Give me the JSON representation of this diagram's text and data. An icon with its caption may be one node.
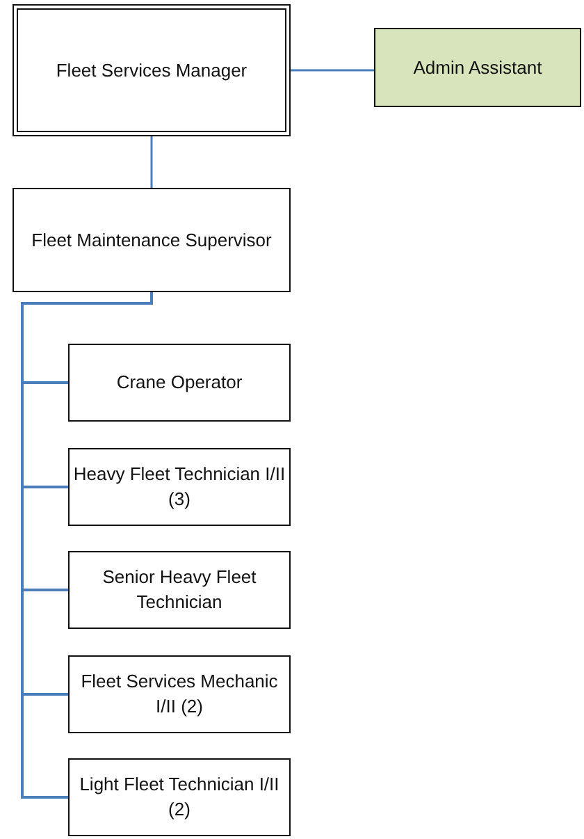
{
  "diagram": {
    "nodes": [
      {
        "text": [
          "Fleet Services Manager"
        ]
      },
      {
        "text": [
          "Admin Assistant"
        ]
      },
      {
        "text": [
          "Fleet Maintenance Supervisor"
        ]
      },
      {
        "text": [
          "Crane Operator"
        ]
      },
      {
        "text": [
          "Heavy Fleet Technician I/II (3)"
        ]
      },
      {
        "text": [
          "Senior Heavy Fleet Technician"
        ]
      },
      {
        "text": [
          "Fleet Services Mechanic I/II (2)"
        ]
      },
      {
        "text": [
          "Light Fleet Technician I/II (2)"
        ]
      }
    ],
    "edges": [
      {
        "from": 0,
        "to": 1,
        "arrow": "none"
      },
      {
        "from": 0,
        "to": 2,
        "arrow": "none"
      },
      {
        "from": 2,
        "to": 3,
        "arrow": "none"
      },
      {
        "from": 2,
        "to": 4,
        "arrow": "none"
      },
      {
        "from": 2,
        "to": 5,
        "arrow": "none"
      },
      {
        "from": 2,
        "to": 6,
        "arrow": "none"
      },
      {
        "from": 2,
        "to": 7,
        "arrow": "none"
      }
    ]
  }
}
